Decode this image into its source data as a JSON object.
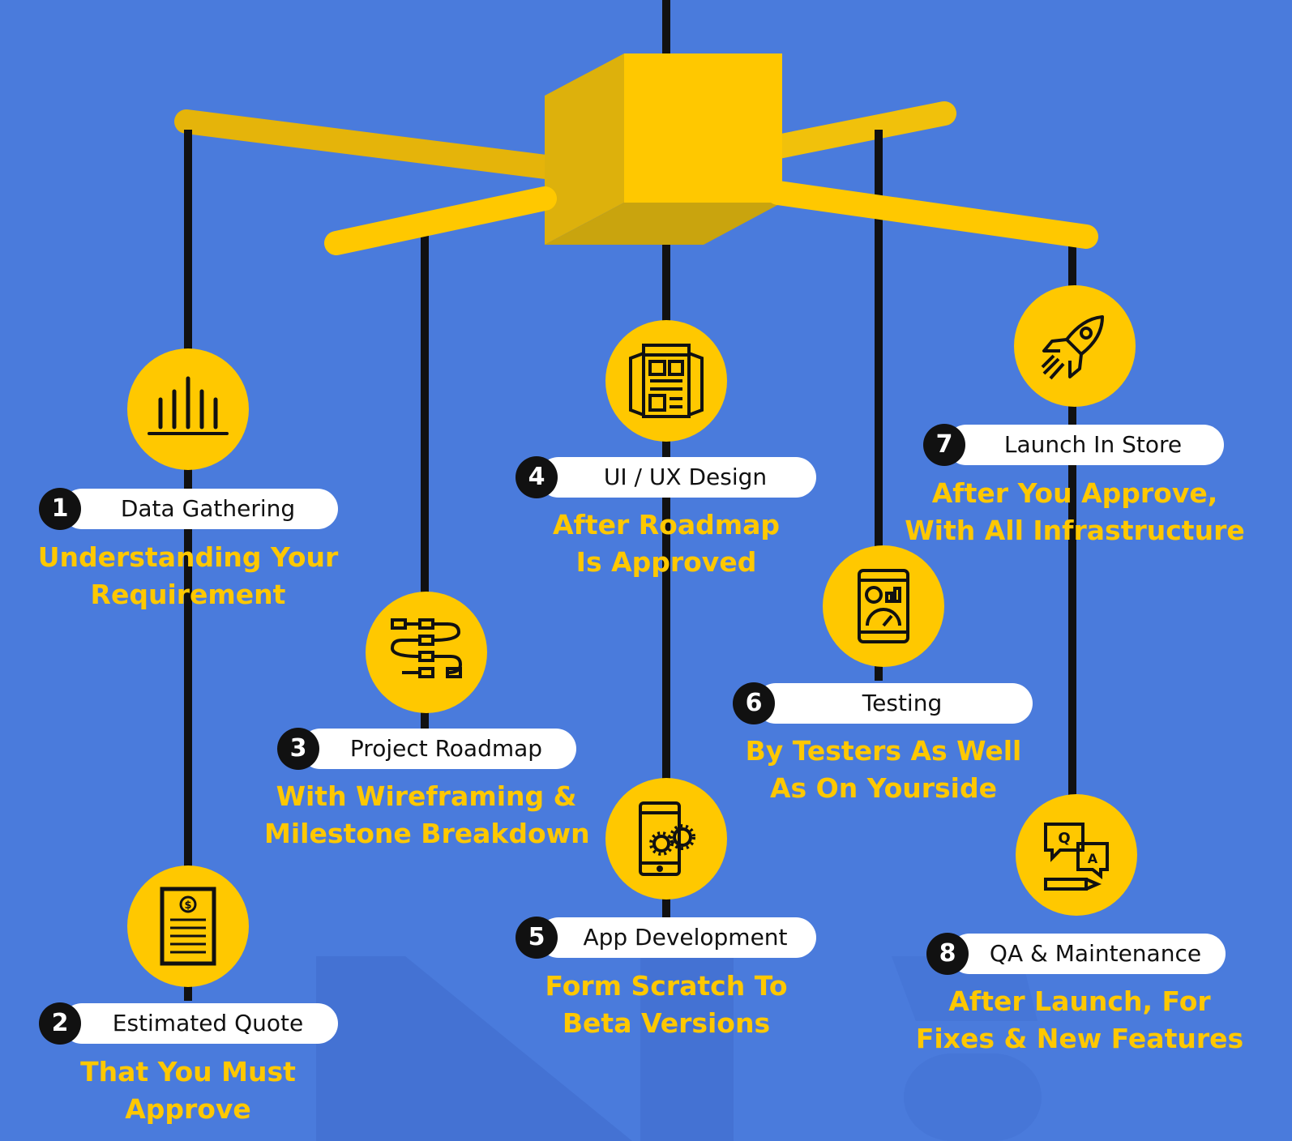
{
  "colors": {
    "background": "#4a7bdc",
    "accent_yellow": "#ffc800",
    "string_black": "#111111",
    "label_white": "#ffffff"
  },
  "steps": [
    {
      "number": "1",
      "label": "Data Gathering",
      "description": [
        "Understanding Your",
        "Requirement"
      ],
      "icon": "bar-chart-icon"
    },
    {
      "number": "2",
      "label": "Estimated Quote",
      "description": [
        "That You Must",
        "Approve"
      ],
      "icon": "invoice-dollar-icon"
    },
    {
      "number": "3",
      "label": "Project Roadmap",
      "description": [
        "With Wireframing &",
        "Milestone Breakdown"
      ],
      "icon": "flowchart-icon"
    },
    {
      "number": "4",
      "label": "UI / UX Design",
      "description": [
        "After Roadmap",
        "Is Approved"
      ],
      "icon": "wireframe-layout-icon"
    },
    {
      "number": "5",
      "label": "App Development",
      "description": [
        "Form Scratch To",
        "Beta Versions"
      ],
      "icon": "phone-gears-icon"
    },
    {
      "number": "6",
      "label": "Testing",
      "description": [
        "By Testers As Well",
        "As On Yourside"
      ],
      "icon": "phone-dashboard-icon"
    },
    {
      "number": "7",
      "label": "Launch In Store",
      "description": [
        "After You Approve,",
        "With All Infrastructure"
      ],
      "icon": "rocket-icon"
    },
    {
      "number": "8",
      "label": "QA & Maintenance",
      "description": [
        "After Launch, For",
        "Fixes & New Features"
      ],
      "icon": "qa-chat-icon"
    }
  ]
}
